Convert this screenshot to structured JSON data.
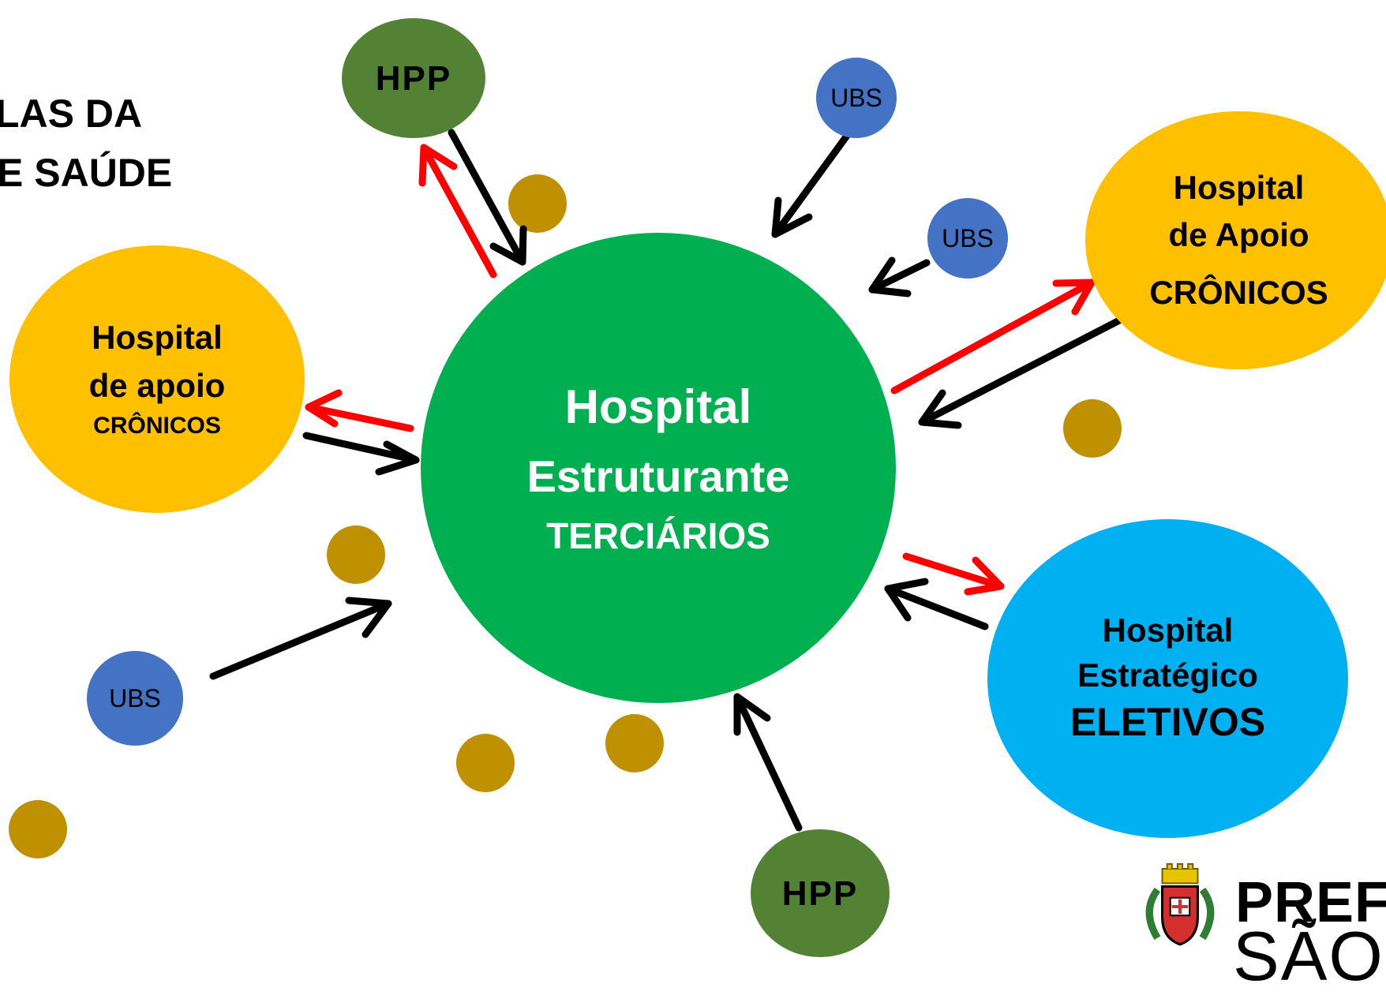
{
  "title": {
    "line1": "LAS DA",
    "line2": "E SAÚDE"
  },
  "nodes": {
    "hpp_top": {
      "label": "HPP"
    },
    "hpp_bottom": {
      "label": "HPP"
    },
    "ubs_top": {
      "label": "UBS"
    },
    "ubs_right": {
      "label": "UBS"
    },
    "ubs_left": {
      "label": "UBS"
    },
    "center": {
      "line1": "Hospital",
      "line2": "Estruturante",
      "line3": "TERCIÁRIOS"
    },
    "left_support": {
      "line1": "Hospital",
      "line2": "de apoio",
      "line3": "CRÔNICOS"
    },
    "right_support": {
      "line1": "Hospital",
      "line2": "de Apoio",
      "line3": "CRÔNICOS"
    },
    "strategic": {
      "line1": "Hospital",
      "line2": "Estratégico",
      "line3": "ELETIVOS"
    }
  },
  "logo": {
    "text_top": "PREFE",
    "text_bottom": "SÃO"
  },
  "colors": {
    "center_green": "#00B050",
    "support_yellow": "#FFC000",
    "strategic_blue": "#00B0F0",
    "ubs_blue": "#4472C4",
    "hpp_green": "#548235",
    "dot_gold": "#BF9000",
    "arrow_red": "#FF0000",
    "arrow_black": "#000000"
  }
}
